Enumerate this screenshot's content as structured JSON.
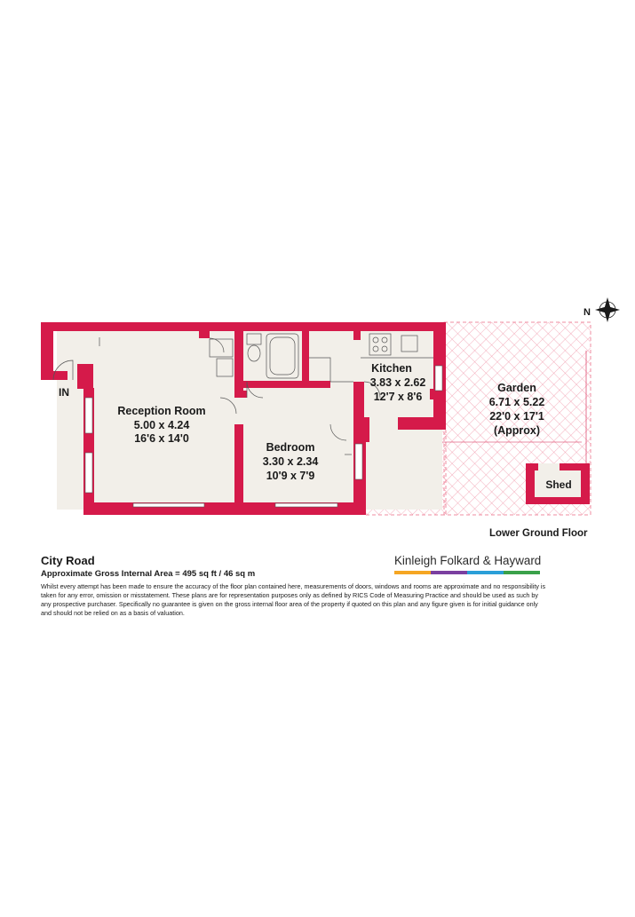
{
  "colors": {
    "wall": "#d51a4a",
    "floor": "#f2efe9",
    "garden_hatch": "#ef8ea2",
    "outline": "#555555",
    "text": "#1a1a1a",
    "brand_bar": [
      "#f5a623",
      "#7b3fa0",
      "#2a9fd8",
      "#3aa14a"
    ]
  },
  "rooms": [
    {
      "id": "reception",
      "name": "Reception Room",
      "metric": "5.00 x 4.24",
      "imperial": "16'6 x 14'0"
    },
    {
      "id": "kitchen",
      "name": "Kitchen",
      "metric": "3.83 x 2.62",
      "imperial": "12'7 x 8'6"
    },
    {
      "id": "bedroom",
      "name": "Bedroom",
      "metric": "3.30 x 2.34",
      "imperial": "10'9 x 7'9"
    },
    {
      "id": "garden",
      "name": "Garden",
      "metric": "6.71 x 5.22",
      "imperial": "22'0 x 17'1",
      "note": "(Approx)"
    },
    {
      "id": "shed",
      "name": "Shed"
    }
  ],
  "entrance_label": "IN",
  "compass_label": "N",
  "floor_label": "Lower Ground Floor",
  "property_title": "City Road",
  "area_text": "Approximate Gross Internal Area = 495 sq ft / 46 sq m",
  "disclaimer": "Whilst every attempt has been made to ensure the accuracy of the floor plan contained here, measurements of doors, windows and rooms are approximate and no responsibility is taken for any error, omission or misstatement. These plans are for representation purposes only as defined by RICS Code of Measuring Practice and should be used as such by any prospective purchaser. Specifically no guarantee is given on the gross internal floor area of the property if quoted on this plan and any figure given is for initial guidance only and should not be relied on as a basis of valuation.",
  "brand_name": "Kinleigh Folkard & Hayward"
}
